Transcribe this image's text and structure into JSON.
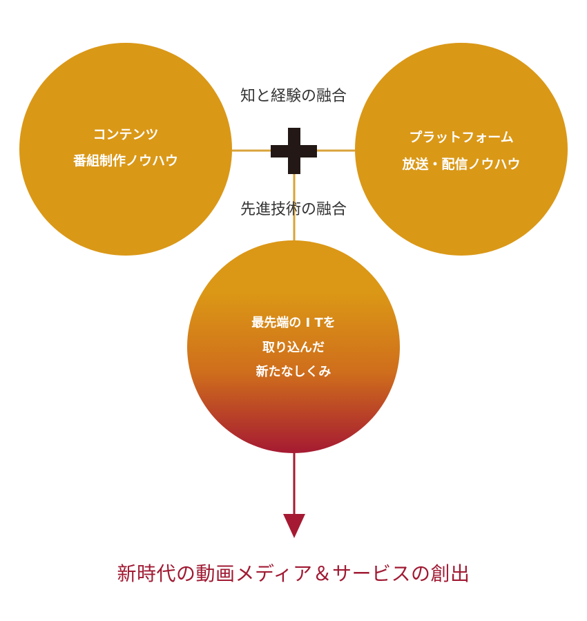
{
  "colors": {
    "gold": "#da9817",
    "gradient_top": "#db9716",
    "gradient_mid": "#cf6e1c",
    "gradient_bottom": "#a51a32",
    "connector": "#d9a33a",
    "plus": "#231815",
    "arrow": "#a51a32",
    "label_text": "#333333",
    "bottom_text": "#a01a33"
  },
  "circles": {
    "left": {
      "line1": "コンテンツ",
      "line2": "番組制作ノウハウ"
    },
    "right": {
      "line1": "プラットフォーム",
      "line2": "放送・配信ノウハウ"
    },
    "bottom": {
      "line1": "最先端の I Tを",
      "line2": "取り込んだ",
      "line3": "新たなしくみ"
    }
  },
  "labels": {
    "top": "知と経験の融合",
    "middle": "先進技術の融合"
  },
  "result": {
    "text": "新時代の動画メディア＆サービスの創出"
  },
  "icons": {
    "plus": "plus-icon",
    "arrow": "arrow-down-icon"
  }
}
